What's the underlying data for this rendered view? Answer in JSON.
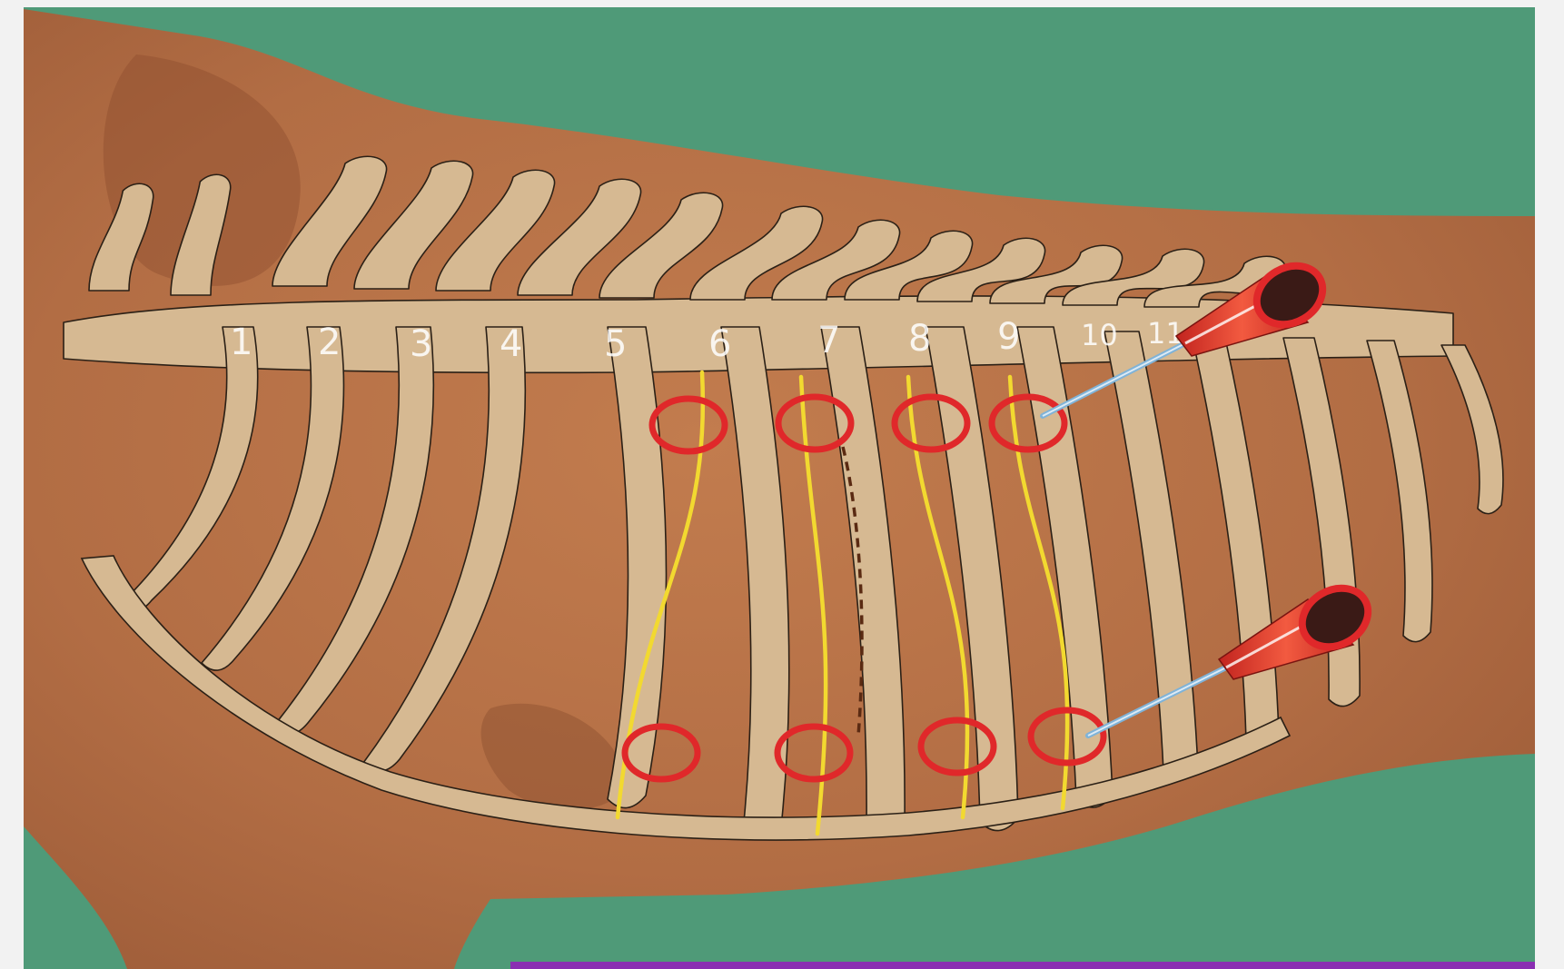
{
  "diagram": {
    "rib_labels": [
      "1",
      "2",
      "3",
      "4",
      "5",
      "6",
      "7",
      "8",
      "9",
      "10",
      "11"
    ],
    "colors": {
      "background": "#4f9a78",
      "fur": "#b57146",
      "bone": "#d6b992",
      "bone_outline": "#2b2016",
      "intercostal_line": "#f2d930",
      "target_ring": "#e0282a",
      "needle_hub": "#e0402c",
      "needle_shaft": "#7fb3d8",
      "bottom_bar": "#8a2fb2"
    },
    "icons": [
      "needle-icon",
      "target-ring-icon"
    ]
  }
}
